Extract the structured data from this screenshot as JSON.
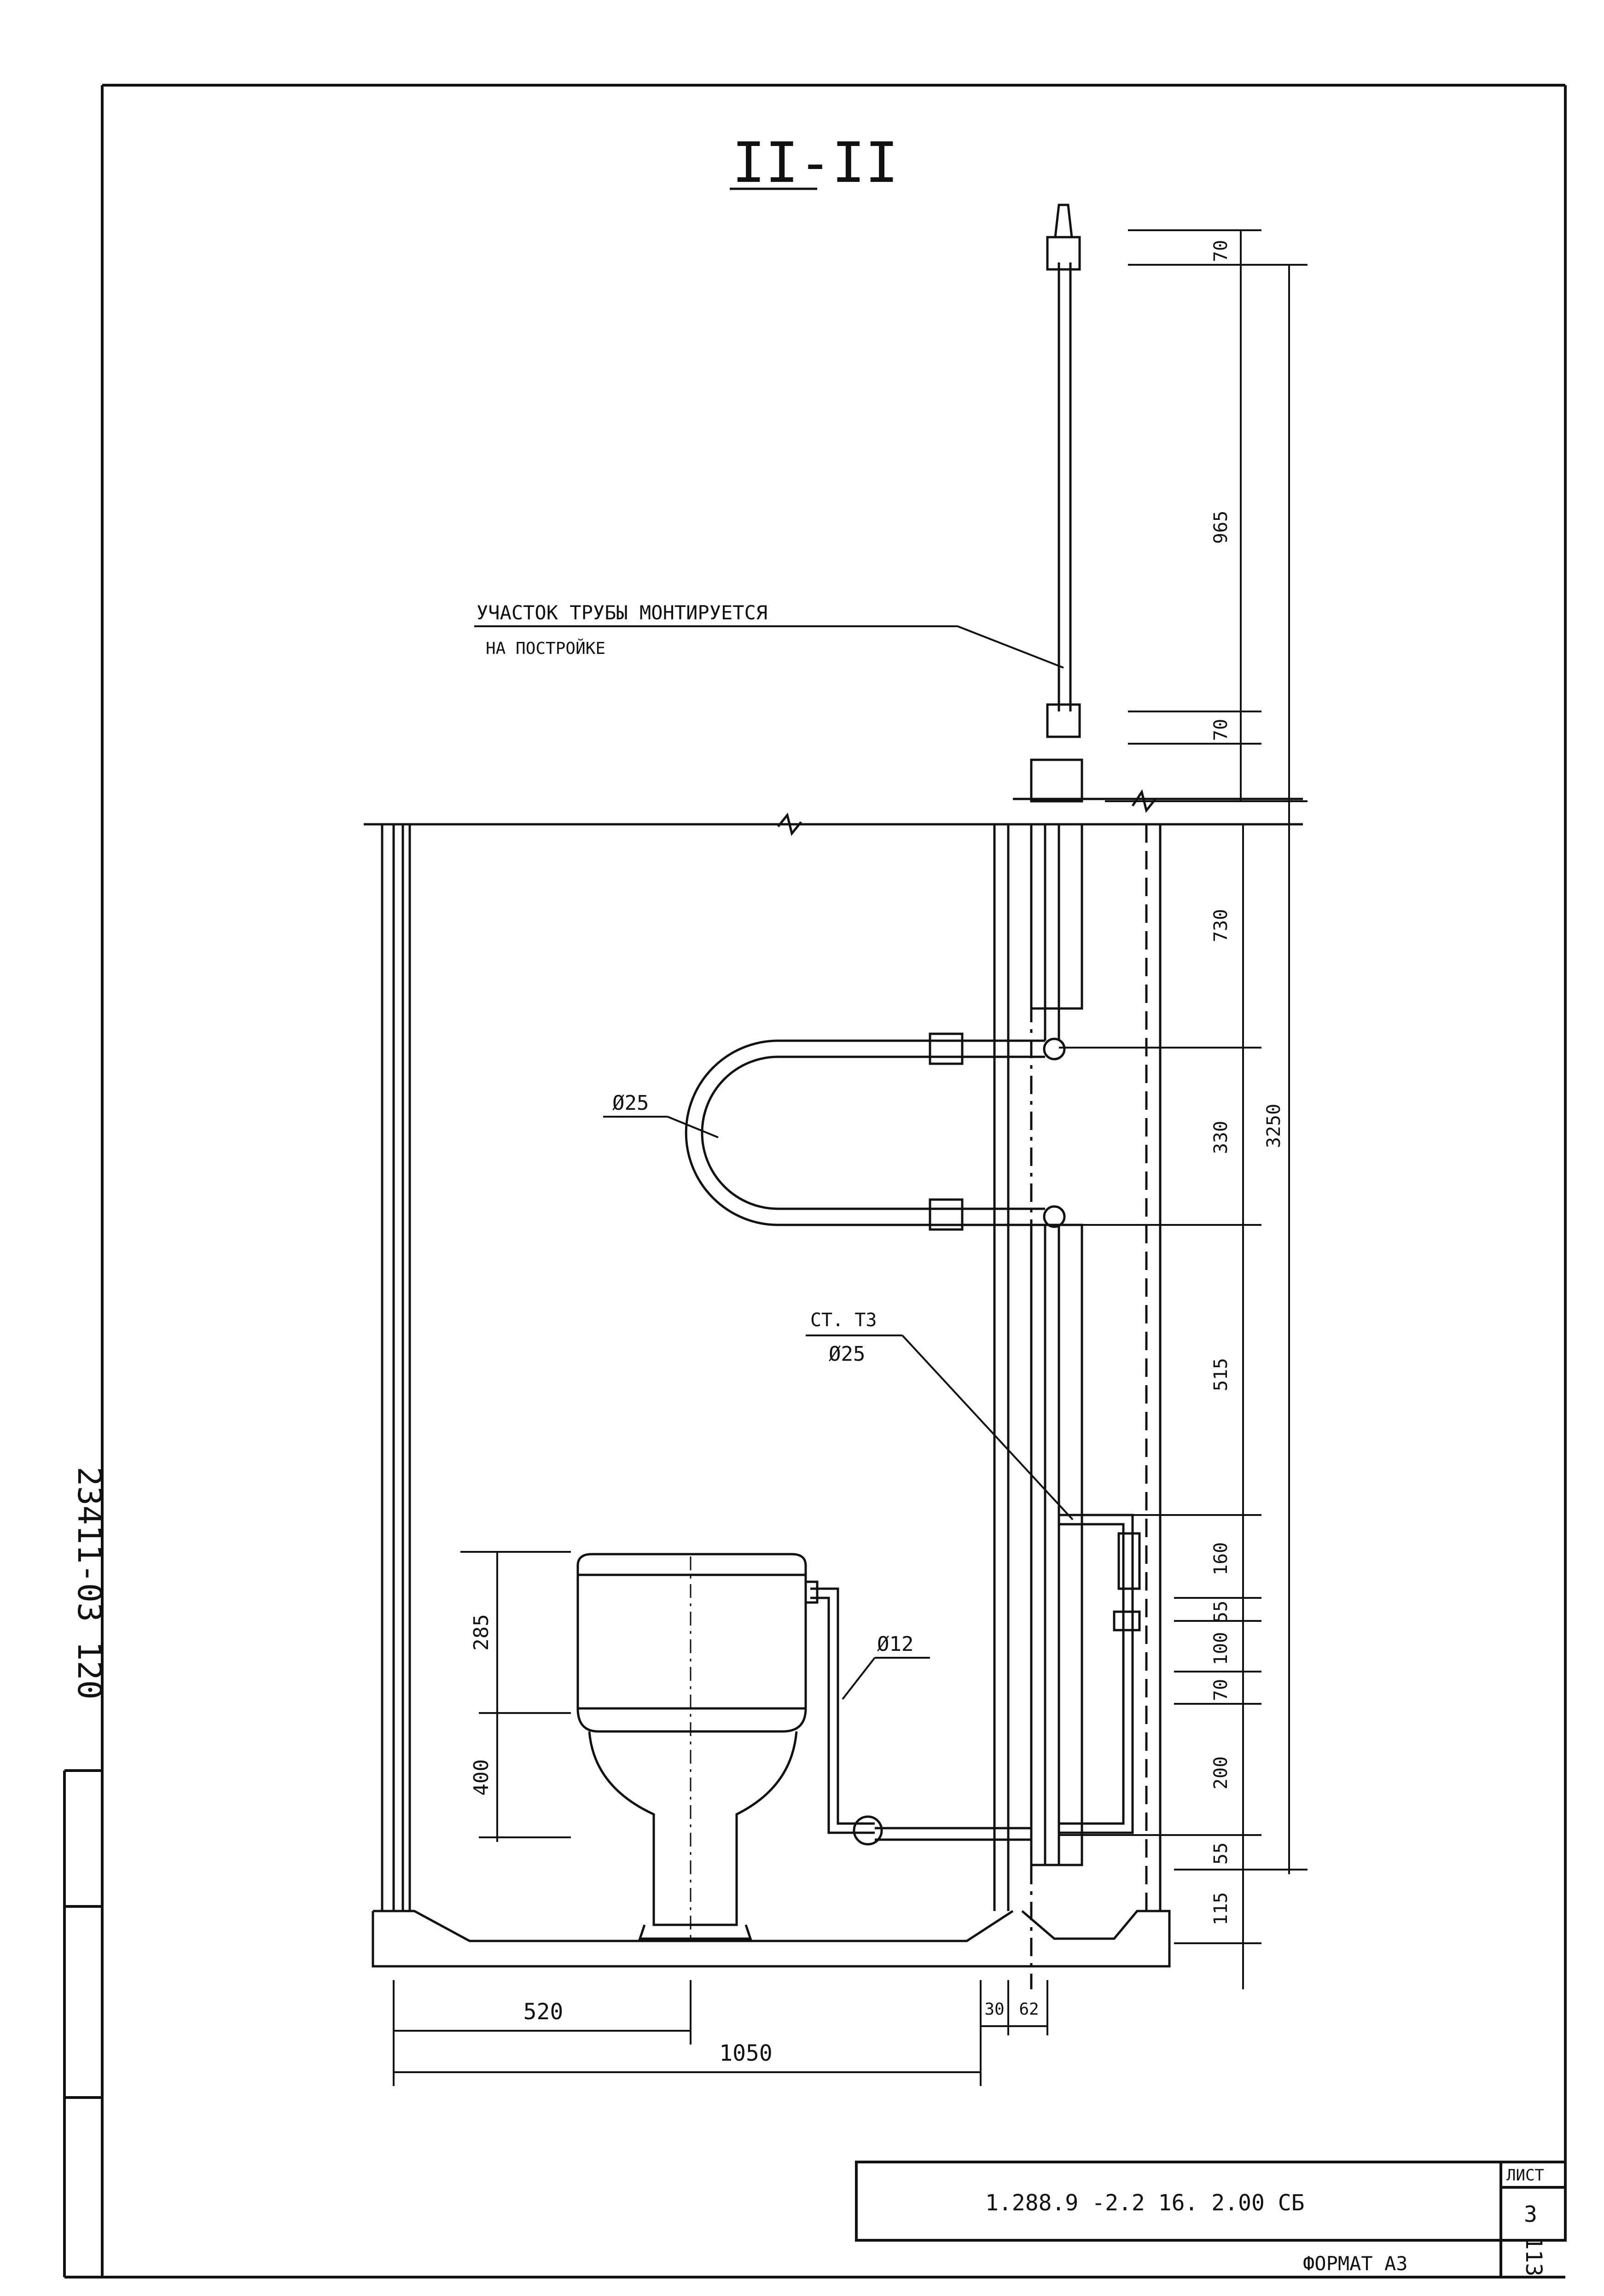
{
  "drawing": {
    "section_label": "II-II",
    "annotation_pipe_line1": "УЧАСТОК  ТРУБЫ  МОНТИРУЕТСЯ",
    "annotation_pipe_line2": "НА ПОСТРОЙКЕ",
    "pipe_label_u": "Ø25",
    "pipe_label_st_material": "СТ. Т3",
    "pipe_label_st_diameter": "Ø25",
    "pipe_label_cistern": "Ø12",
    "side_stamp": "23411-03 120"
  },
  "dimensions": {
    "right_chain": [
      "70",
      "965",
      "70",
      "730",
      "330",
      "515",
      "160",
      "55",
      "100",
      "70",
      "200",
      "55",
      "115"
    ],
    "right_total": "3250",
    "toilet_left": [
      "285",
      "400"
    ],
    "bottom": [
      "520",
      "1050",
      "30",
      "62"
    ]
  },
  "title_block": {
    "designation": "1.288.9 -2.2   16. 2.00 СБ",
    "sheet_label": "ЛИСТ",
    "sheet_number": "3",
    "format": "ФОРМАТ А3",
    "page_number": "113"
  }
}
